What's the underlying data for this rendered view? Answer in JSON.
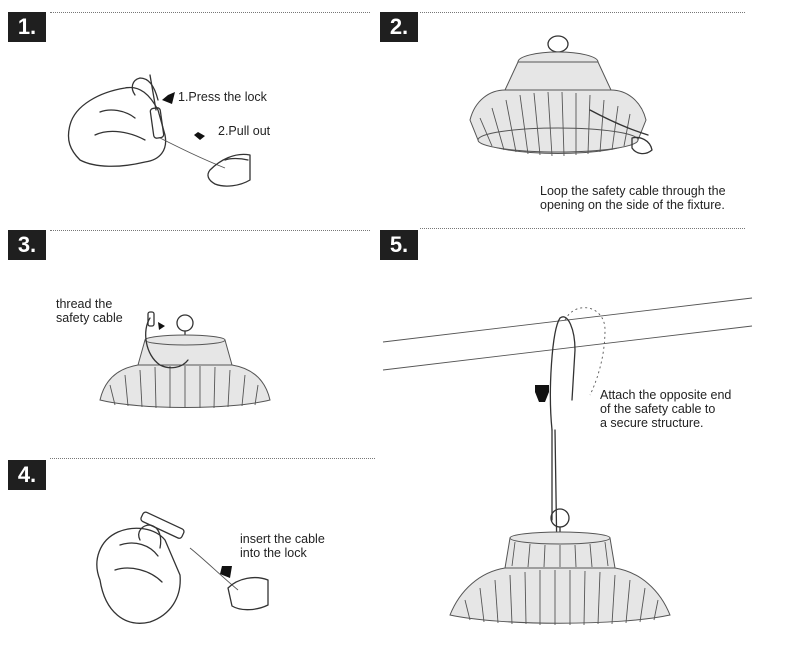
{
  "steps": [
    {
      "number": "1.",
      "labels": {
        "press": "1.Press the lock",
        "pull": "2.Pull out"
      }
    },
    {
      "number": "2.",
      "caption": "Loop the safety cable  through the\nopening  on the side of the fixture."
    },
    {
      "number": "3.",
      "caption": "thread the\nsafety cable"
    },
    {
      "number": "4.",
      "caption": "insert the cable\ninto the lock"
    },
    {
      "number": "5.",
      "caption": "Attach the opposite end\nof the safety cable to\na secure structure."
    }
  ],
  "colors": {
    "badge_bg": "#1f1f1f",
    "badge_text": "#ffffff",
    "line_art": "#333333"
  }
}
